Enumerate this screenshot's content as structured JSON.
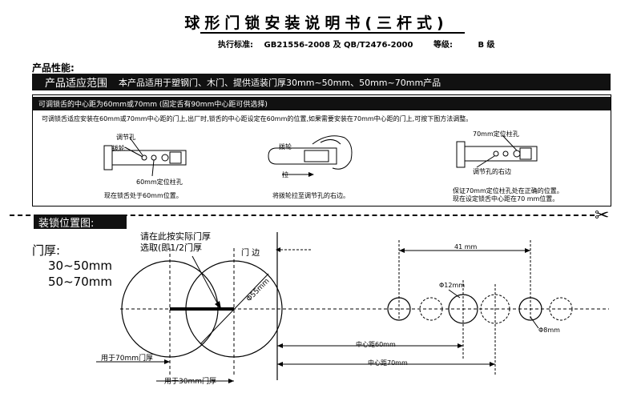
{
  "doc": {
    "title": "球形门锁安装说明书(三杆式)",
    "std_label": "执行标准:",
    "std_value": "GB21556-2008  及 QB/T2476-2000",
    "grade_label": "等级:",
    "grade_value": "B 级"
  },
  "performance": {
    "heading": "产品性能:",
    "scope_label": "产品适应范围",
    "scope_text": "本产品适用于塑钢门、木门、提供适装门厚30mm~50mm、50mm~70mm产品"
  },
  "adjust": {
    "bar_text": "可调锁舌的中心距为60mm或70mm (固定舌有90mm中心距可供选择)",
    "desc": "可调锁舌适应安装在60mm或70mm中心距的门上,出厂时,锁舌的中心距设定在60mm的位置,如果需要安装在70mm中心距的门上,可按下图方法调整。",
    "fig1_labels": [
      "调节孔",
      "拨轮",
      "60mm定位柱孔"
    ],
    "fig1_caption": "现在锁舌处于60mm位置。",
    "fig2_labels": [
      "拨轮",
      "拉"
    ],
    "fig2_caption": "将拨轮拉至调节孔的右边。",
    "fig3_labels": [
      "70mm定位柱孔",
      "调节孔的右边"
    ],
    "fig3_caption_1": "保证70mm定位柱孔处在正确的位置。",
    "fig3_caption_2": "现在设定锁舌中心距在70 mm位置。"
  },
  "install": {
    "heading": "装锁位置图:",
    "door_thickness_label": "门厚:",
    "door_thickness_values": [
      "30~50mm",
      "50~70mm"
    ],
    "note_line1": "请在此按实际门厚",
    "note_line2": "选取(即1/2门厚",
    "door_edge": "门 边",
    "dia_big": "Φ55mm",
    "for_70": "用于70mm门厚",
    "for_30": "用于30mm门厚",
    "dim_41": "41 mm",
    "dia_12": "Φ12mm",
    "dia_8": "Φ8mm",
    "center_60": "中心距60mm",
    "center_70": "中心距70mm"
  }
}
